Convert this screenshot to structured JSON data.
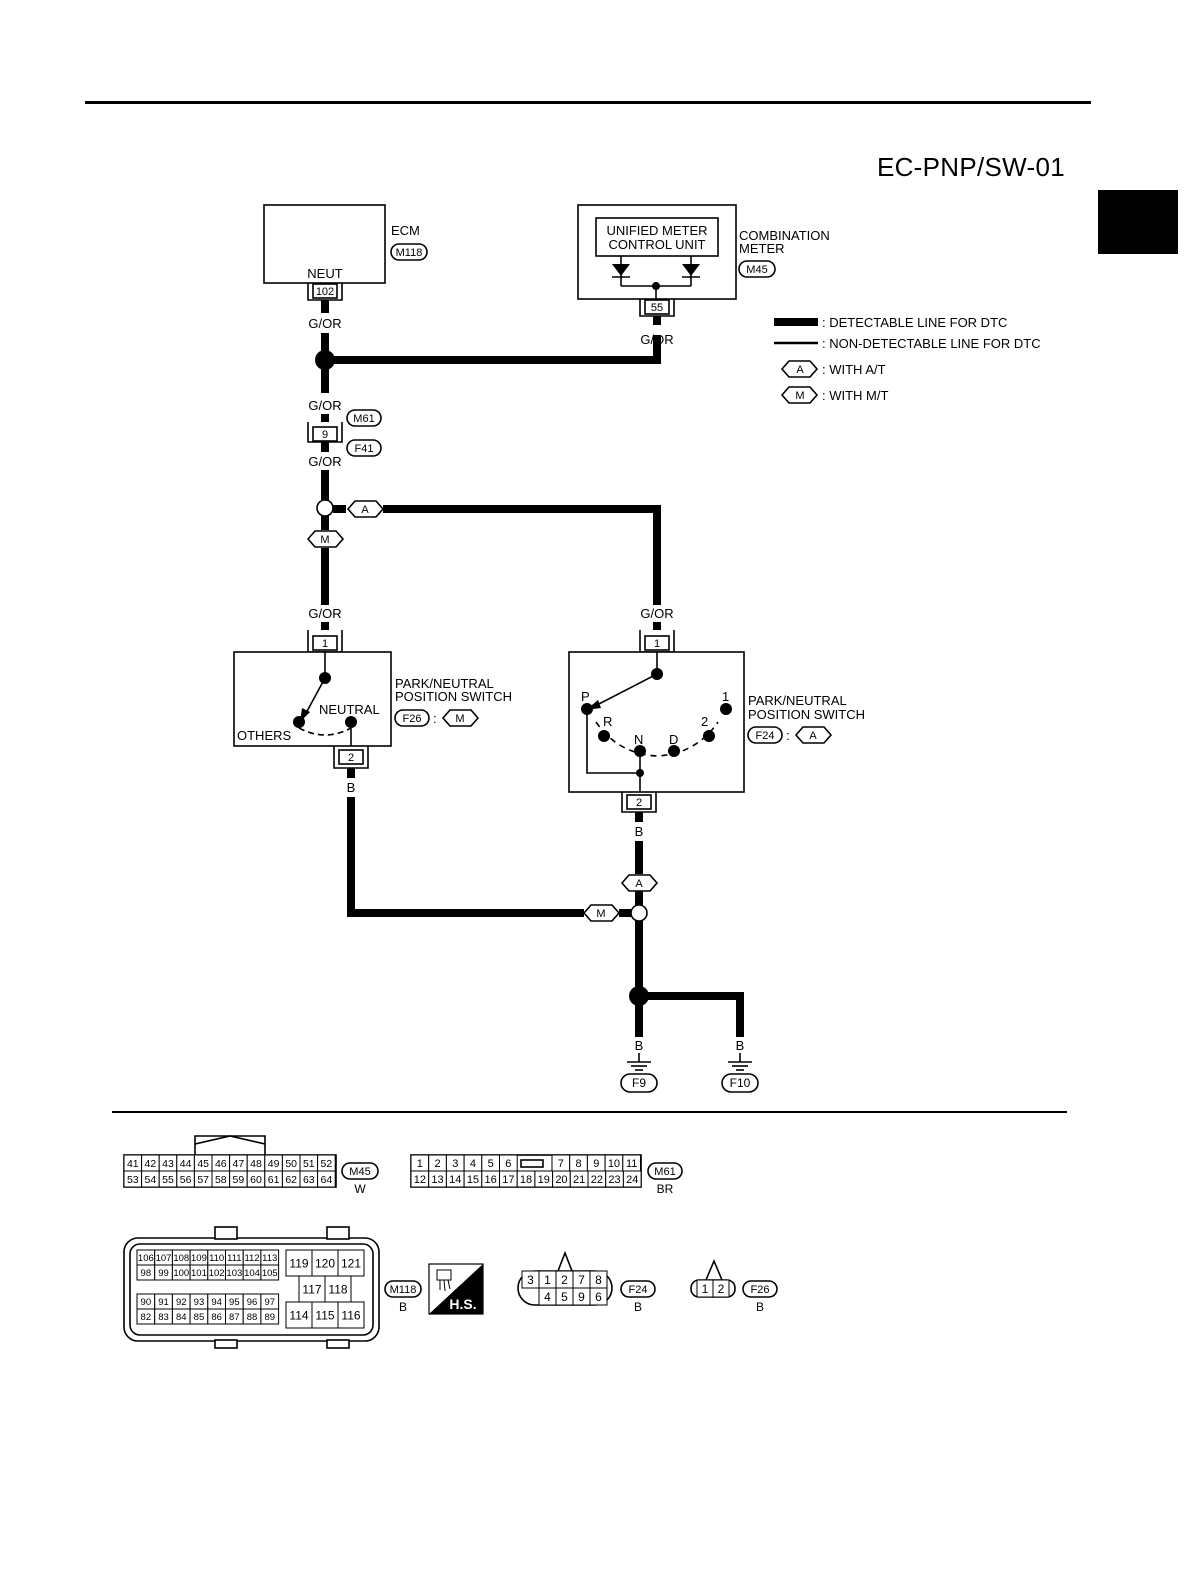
{
  "page": {
    "title": "EC-PNP/SW-01"
  },
  "legend": {
    "detectable": ": DETECTABLE LINE FOR DTC",
    "non_detectable": ": NON-DETECTABLE LINE FOR DTC",
    "with_at_code": "A",
    "with_at": ": WITH A/T",
    "with_mt_code": "M",
    "with_mt": ": WITH M/T"
  },
  "ecm": {
    "name": "ECM",
    "connector": "M118",
    "terminal_name": "NEUT",
    "terminal": "102"
  },
  "combination_meter": {
    "name_line1": "COMBINATION",
    "name_line2": "METER",
    "connector": "M45",
    "unit_line1": "UNIFIED METER",
    "unit_line2": "CONTROL UNIT",
    "terminal": "55"
  },
  "wires": {
    "g_or": "G/OR",
    "b": "B"
  },
  "joint_connector": {
    "terminal": "9",
    "upper": "M61",
    "lower": "F41"
  },
  "option": {
    "a": "A",
    "m": "M",
    "sep": ":"
  },
  "switch_mt": {
    "name_line1": "PARK/NEUTRAL",
    "name_line2": "POSITION SWITCH",
    "connector": "F26",
    "option": "M",
    "pin_top": "1",
    "pin_bottom": "2",
    "pos_neutral": "NEUTRAL",
    "pos_others": "OTHERS"
  },
  "switch_at": {
    "name_line1": "PARK/NEUTRAL",
    "name_line2": "POSITION SWITCH",
    "connector": "F24",
    "option": "A",
    "pin_top": "1",
    "pin_bottom": "2",
    "positions": {
      "p": "P",
      "r": "R",
      "n": "N",
      "d": "D",
      "two": "2",
      "one": "1"
    }
  },
  "grounds": {
    "left": "F9",
    "right": "F10"
  },
  "connector_views": {
    "m45": {
      "code": "M45",
      "color": "W",
      "row1": [
        "41",
        "42",
        "43",
        "44",
        "45",
        "46",
        "47",
        "48",
        "49",
        "50",
        "51",
        "52"
      ],
      "row2": [
        "53",
        "54",
        "55",
        "56",
        "57",
        "58",
        "59",
        "60",
        "61",
        "62",
        "63",
        "64"
      ]
    },
    "m61": {
      "code": "M61",
      "color": "BR",
      "row1a": [
        "1",
        "2",
        "3",
        "4",
        "5",
        "6"
      ],
      "row1b": [
        "7",
        "8",
        "9",
        "10",
        "11"
      ],
      "row2": [
        "12",
        "13",
        "14",
        "15",
        "16",
        "17",
        "18",
        "19",
        "20",
        "21",
        "22",
        "23",
        "24"
      ]
    },
    "m118": {
      "code": "M118",
      "color": "B",
      "r1": [
        "106",
        "107",
        "108",
        "109",
        "110",
        "111",
        "112",
        "113"
      ],
      "r2": [
        "98",
        "99",
        "100",
        "101",
        "102",
        "103",
        "104",
        "105"
      ],
      "r3": [
        "90",
        "91",
        "92",
        "93",
        "94",
        "95",
        "96",
        "97"
      ],
      "r4": [
        "82",
        "83",
        "84",
        "85",
        "86",
        "87",
        "88",
        "89"
      ],
      "s1": [
        "119",
        "120",
        "121"
      ],
      "s2": [
        "117",
        "118"
      ],
      "s3": [
        "114",
        "115",
        "116"
      ]
    },
    "hs_label": "H.S.",
    "f24": {
      "code": "F24",
      "color": "B",
      "row1": [
        "3",
        "1",
        "2",
        "7",
        "8"
      ],
      "row2": [
        "4",
        "5",
        "9",
        "6"
      ]
    },
    "f26": {
      "code": "F26",
      "color": "B",
      "row1": [
        "1",
        "2"
      ]
    }
  }
}
